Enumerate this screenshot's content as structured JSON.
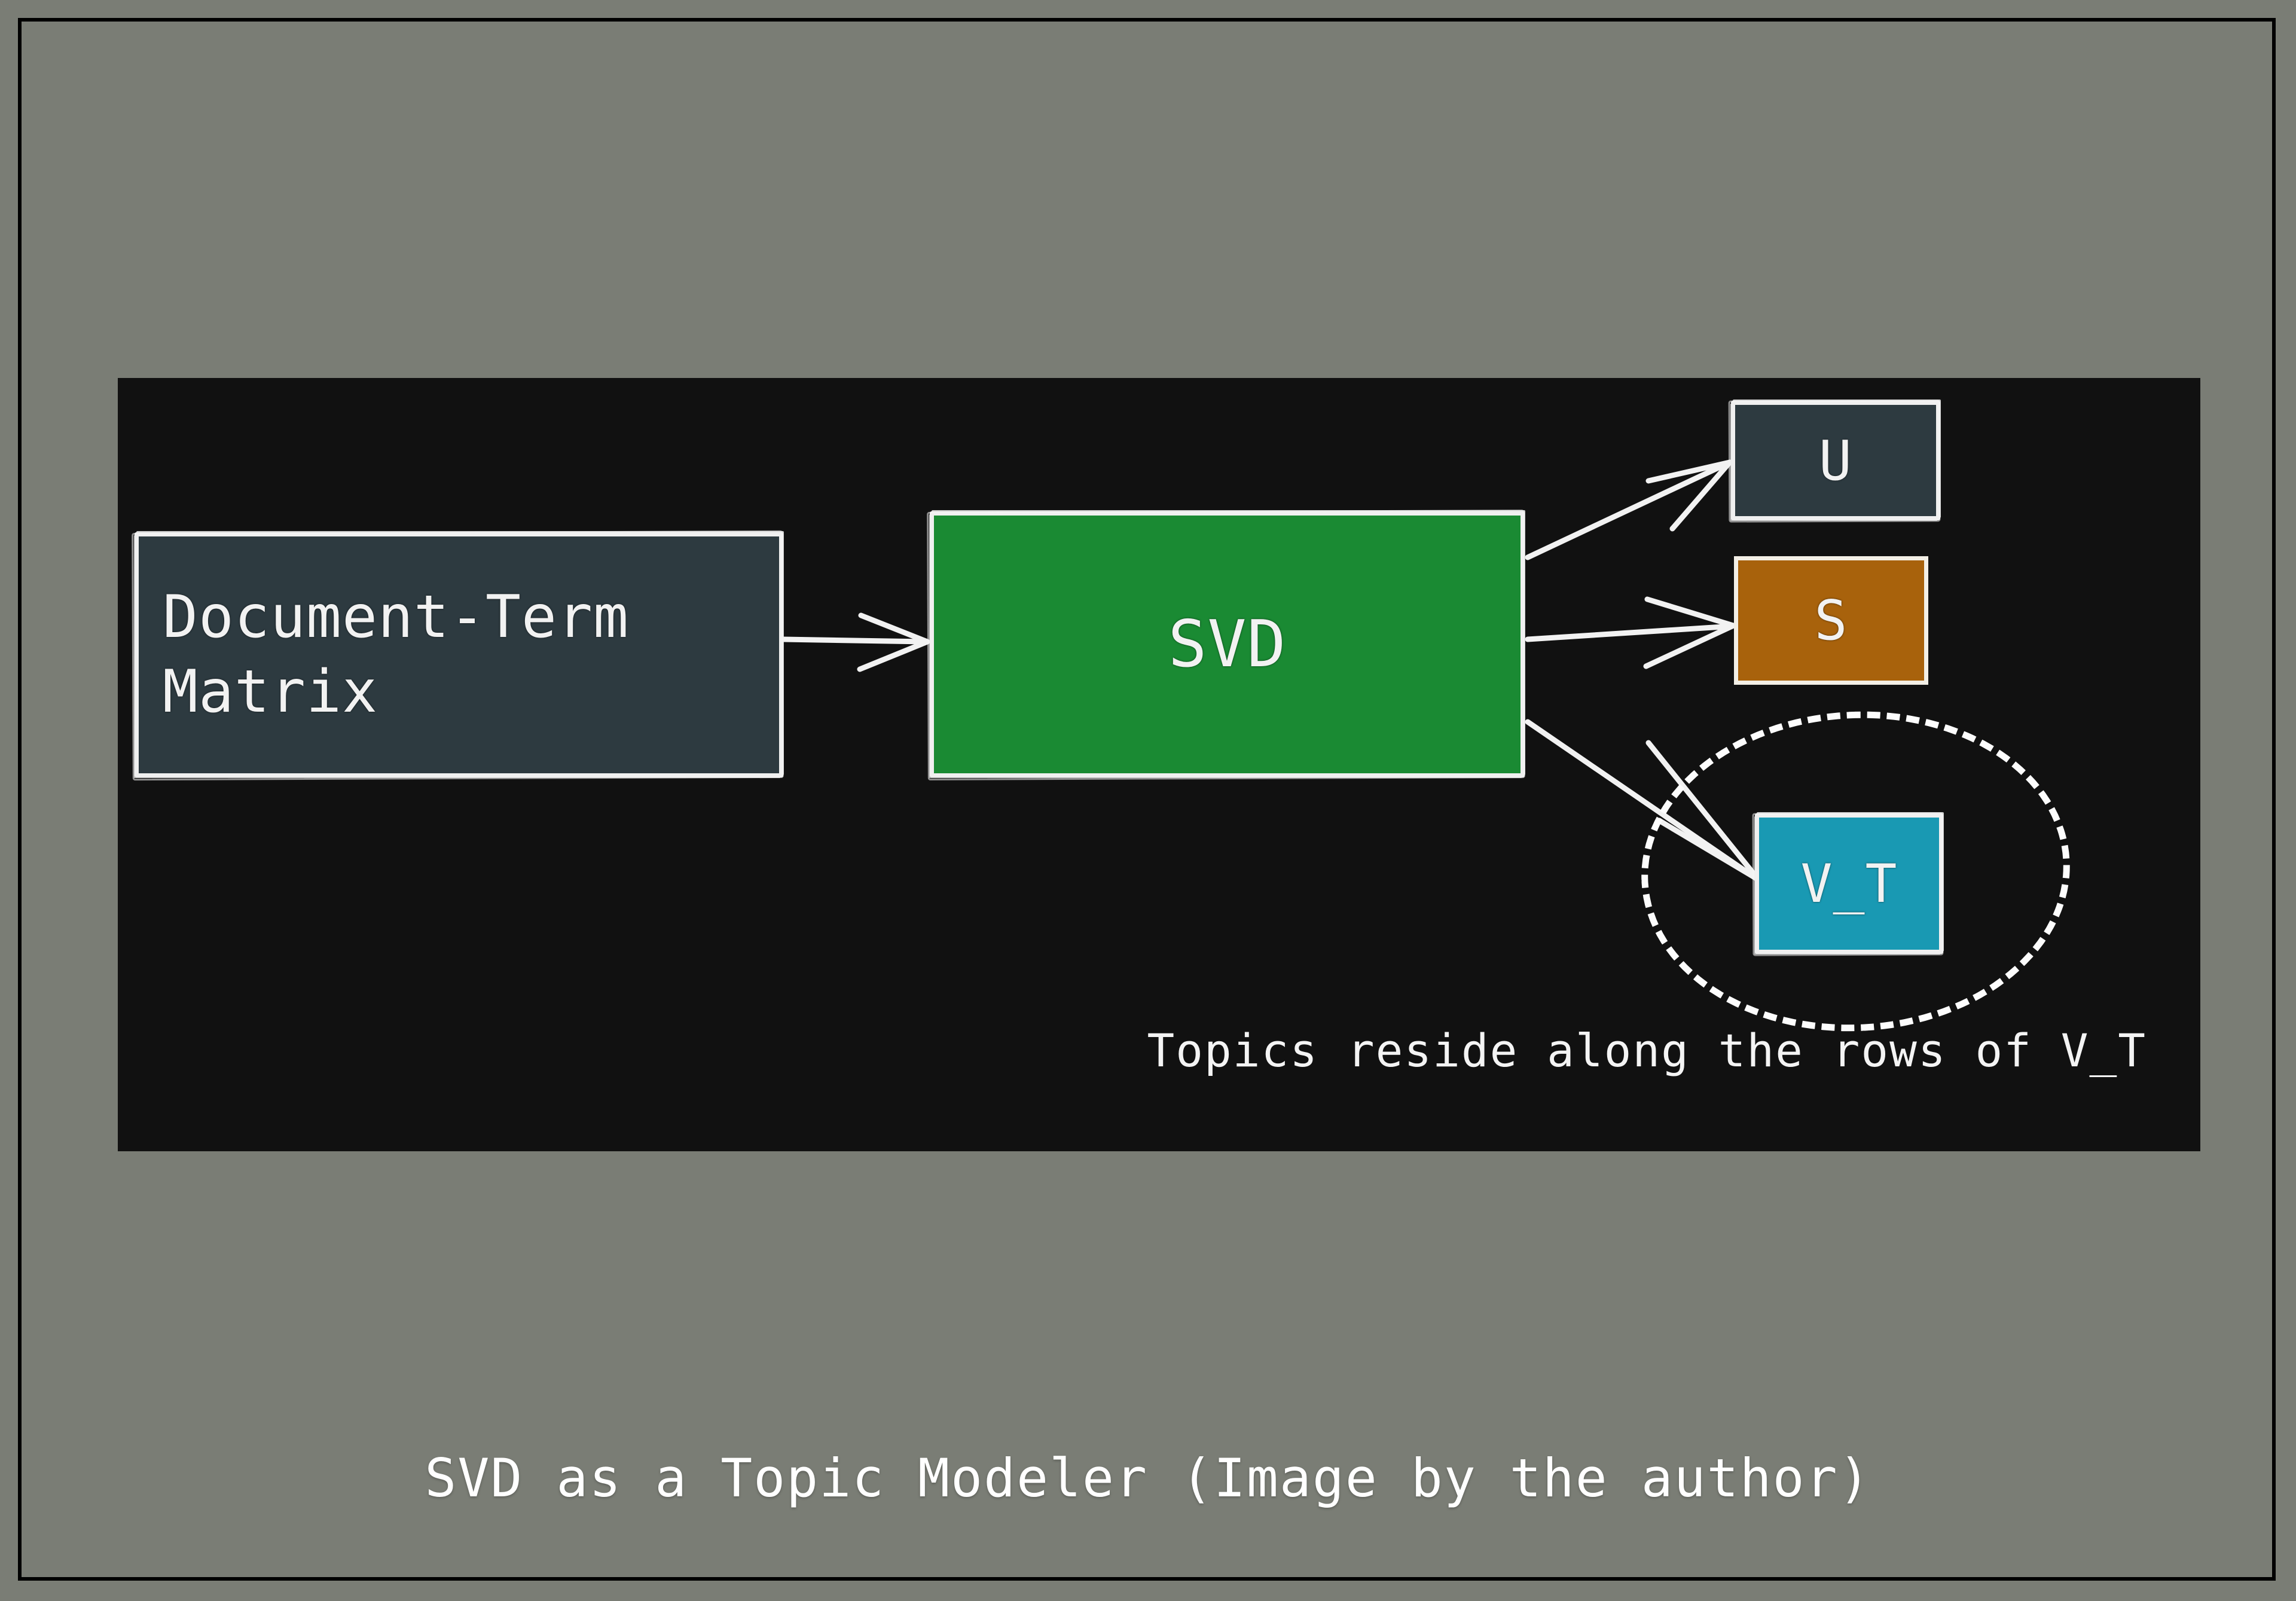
{
  "figure": {
    "caption": "SVD as a Topic Modeler (Image by the author)",
    "note": "Topics reside along the rows of V_T"
  },
  "nodes": {
    "input": {
      "label": "Document-Term\nMatrix",
      "color": "#2d3a40"
    },
    "process": {
      "label": "SVD",
      "color": "#1a8a33"
    },
    "output_u": {
      "label": "U",
      "color": "#2d3a40"
    },
    "output_s": {
      "label": "S",
      "color": "#a8620c"
    },
    "output_vt": {
      "label": "V_T",
      "color": "#1999b3"
    }
  },
  "colors": {
    "background": "#7a7d75",
    "panel": "#111111",
    "stroke": "#f0f0f0",
    "frame_border": "#000000"
  },
  "diagram_data": {
    "type": "flowchart",
    "nodes": [
      "Document-Term Matrix",
      "SVD",
      "U",
      "S",
      "V_T"
    ],
    "edges": [
      {
        "from": "Document-Term Matrix",
        "to": "SVD"
      },
      {
        "from": "SVD",
        "to": "U"
      },
      {
        "from": "SVD",
        "to": "S"
      },
      {
        "from": "SVD",
        "to": "V_T"
      }
    ],
    "highlight": {
      "target": "V_T",
      "shape": "dashed-ellipse"
    },
    "annotation": "Topics reside along the rows of V_T"
  }
}
